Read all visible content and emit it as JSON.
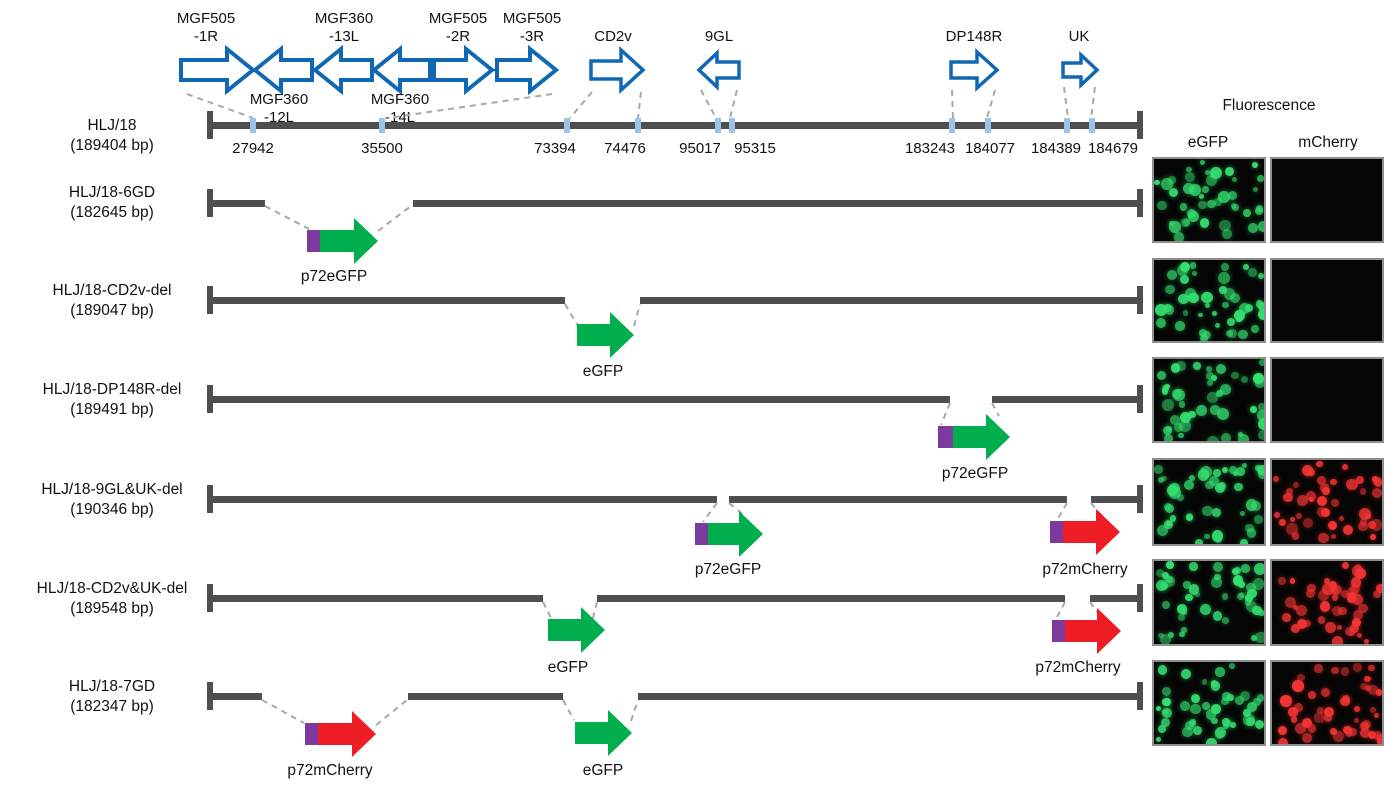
{
  "genes": {
    "mgf505_1r": {
      "l1": "MGF505",
      "l2": "-1R"
    },
    "mgf360_12l": {
      "l1": "MGF360",
      "l2": "-12L"
    },
    "mgf360_13l": {
      "l1": "MGF360",
      "l2": "-13L"
    },
    "mgf360_14l": {
      "l1": "MGF360",
      "l2": "-14L"
    },
    "mgf505_2r": {
      "l1": "MGF505",
      "l2": "-2R"
    },
    "mgf505_3r": {
      "l1": "MGF505",
      "l2": "-3R"
    },
    "cd2v": "CD2v",
    "gl9": "9GL",
    "dp148r": "DP148R",
    "uk": "UK"
  },
  "reference": {
    "name": "HLJ/18",
    "size": "(189404 bp)",
    "positions": [
      "27942",
      "35500",
      "73394",
      "74476",
      "95017",
      "95315",
      "183243",
      "184077",
      "184389",
      "184679"
    ]
  },
  "strains": [
    {
      "name": "HLJ/18-6GD",
      "size": "(182645 bp)",
      "inserts": [
        "p72eGFP"
      ]
    },
    {
      "name": "HLJ/18-CD2v-del",
      "size": "(189047 bp)",
      "inserts": [
        "eGFP"
      ]
    },
    {
      "name": "HLJ/18-DP148R-del",
      "size": "(189491 bp)",
      "inserts": [
        "p72eGFP"
      ]
    },
    {
      "name": "HLJ/18-9GL&UK-del",
      "size": "(190346 bp)",
      "inserts": [
        "p72eGFP",
        "p72mCherry"
      ]
    },
    {
      "name": "HLJ/18-CD2v&UK-del",
      "size": "(189548 bp)",
      "inserts": [
        "eGFP",
        "p72mCherry"
      ]
    },
    {
      "name": "HLJ/18-7GD",
      "size": "(182347 bp)",
      "inserts": [
        "p72mCherry",
        "eGFP"
      ]
    }
  ],
  "fluorescence": {
    "title": "Fluorescence",
    "columns": [
      "eGFP",
      "mCherry"
    ],
    "panels": [
      {
        "strain": "HLJ/18-6GD",
        "eGFP": "green",
        "mCherry": "none"
      },
      {
        "strain": "HLJ/18-CD2v-del",
        "eGFP": "green",
        "mCherry": "none"
      },
      {
        "strain": "HLJ/18-DP148R-del",
        "eGFP": "green",
        "mCherry": "none"
      },
      {
        "strain": "HLJ/18-9GL&UK-del",
        "eGFP": "green",
        "mCherry": "red"
      },
      {
        "strain": "HLJ/18-CD2v&UK-del",
        "eGFP": "green",
        "mCherry": "red"
      },
      {
        "strain": "HLJ/18-7GD",
        "eGFP": "green",
        "mCherry": "red"
      }
    ]
  },
  "colors": {
    "gene_arrow_blue": "#1068b4",
    "genome_bar_gray": "#4f4f4f",
    "junction_tick_blue": "#9cc3e8",
    "dash_gray": "#a8a8a8",
    "egfp_green": "#00ae4d",
    "mcherry_red": "#ee1c25",
    "p72_promoter_purple": "#7d3a9e",
    "egfp_dot": "#35e070",
    "mcherry_dot": "#f53434"
  }
}
